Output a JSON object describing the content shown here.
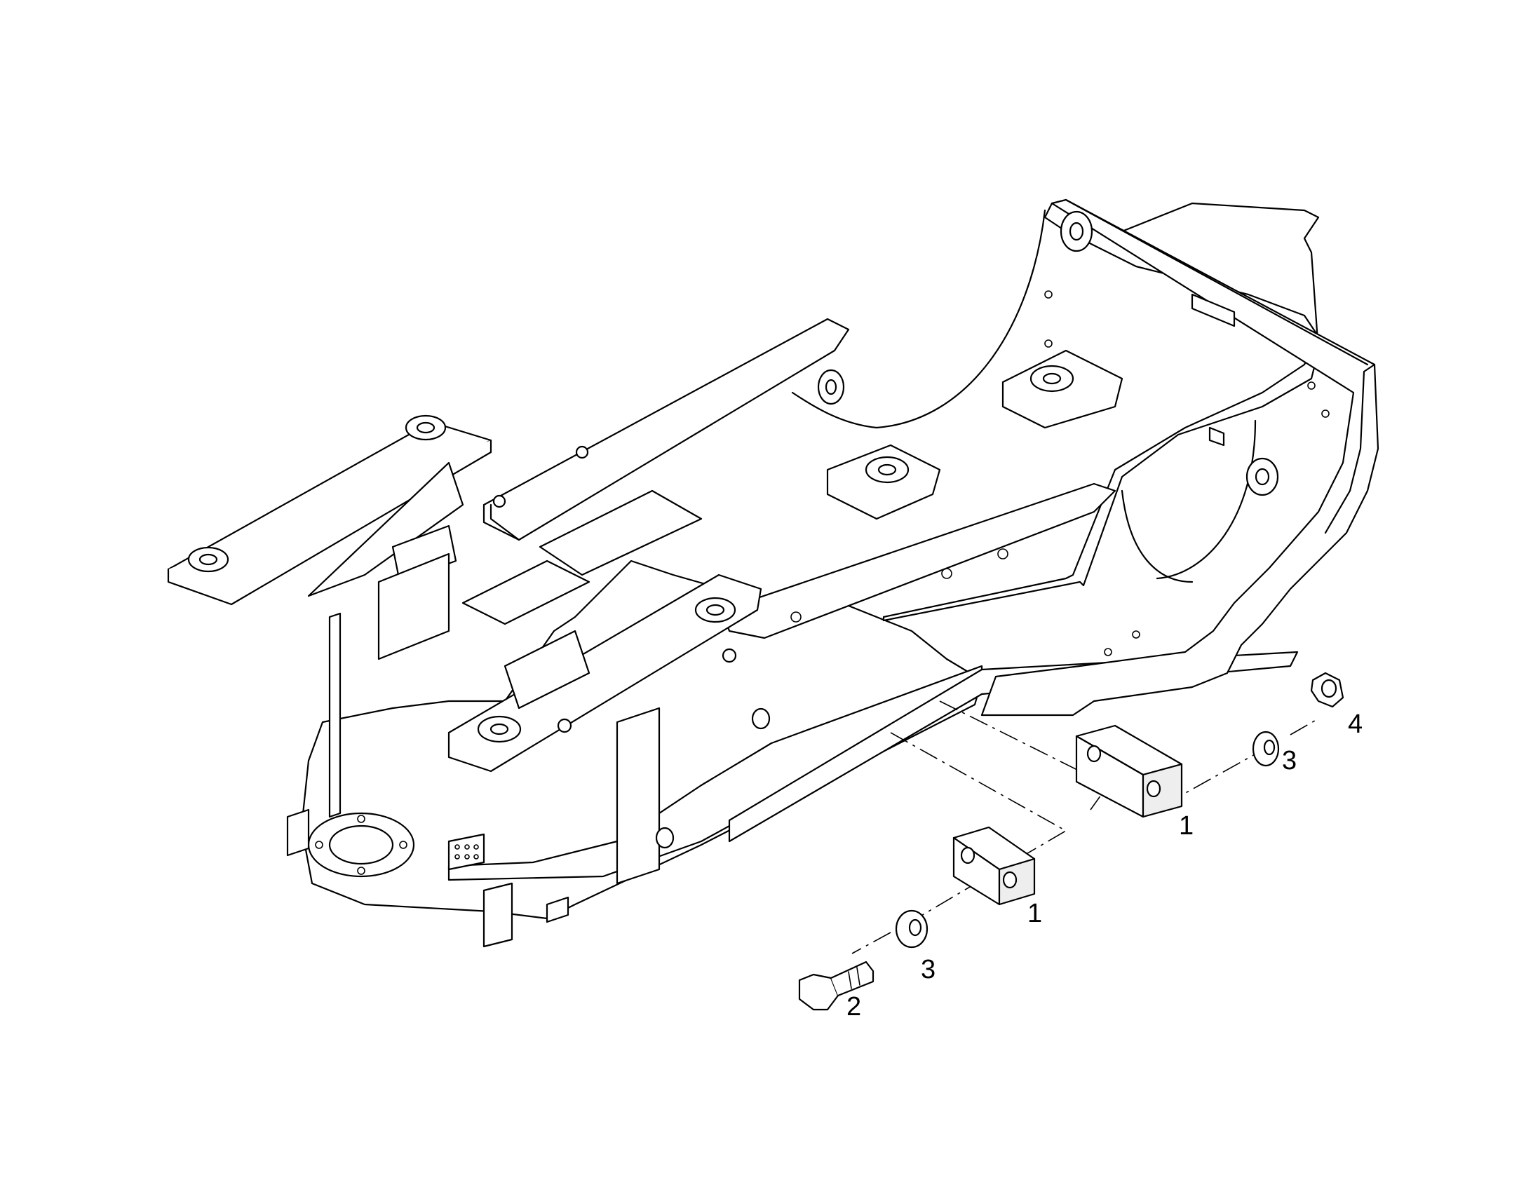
{
  "callouts": {
    "block_right": "1",
    "block_left": "1",
    "bolt": "2",
    "washer_right": "3",
    "washer_left": "3",
    "nut": "4"
  },
  "icons": [
    "frame-icon",
    "counterweight-block-icon",
    "bolt-icon",
    "washer-icon",
    "nut-icon"
  ]
}
